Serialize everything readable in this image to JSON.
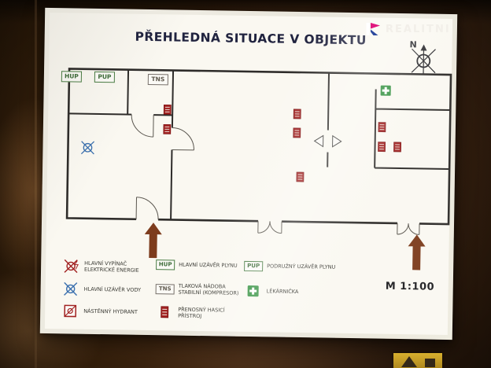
{
  "brand": {
    "name": "REALITNI",
    "logo_colors": {
      "magenta": "#e0187e",
      "blue": "#2c4a9e",
      "white": "#ffffff"
    }
  },
  "plan": {
    "title": "PŘEHLEDNÁ SITUACE V OBJEKTU",
    "compass_label": "N",
    "scale_label": "M 1:100",
    "boxes": {
      "hup": "HUP",
      "pup": "PUP",
      "tns": "TNS"
    },
    "symbols_on_plan": [
      {
        "icon": "fire-extinguisher-icon",
        "count": 8,
        "color": "#a12121"
      },
      {
        "icon": "first-aid-kit-icon",
        "count": 1,
        "color": "#2f8f3c"
      },
      {
        "icon": "water-main-valve-icon",
        "count": 1,
        "color": "#3a6fae"
      },
      {
        "icon": "entrance-arrow-icon",
        "count": 2,
        "color": "#7d3c1d"
      },
      {
        "icon": "compass-rose-icon",
        "count": 1
      }
    ],
    "legend": [
      {
        "icon": "main-power-switch-icon",
        "label": "HLAVNÍ VYPÍNAČ ELEKTRICKÉ ENERGIE"
      },
      {
        "icon": "water-main-valve-icon",
        "label": "HLAVNÍ UZÁVĚR VODY"
      },
      {
        "icon": "wall-hydrant-icon",
        "label": "NÁSTĚNNÝ HYDRANT"
      },
      {
        "icon": "gas-main-valve-box",
        "symbol_text": "HUP",
        "label": "HLAVNÍ UZÁVĚR PLYNU"
      },
      {
        "icon": "pressure-vessel-box",
        "symbol_text": "TNS",
        "label": "TLAKOVÁ NÁDOBA STABILNÍ (KOMPRESOR)"
      },
      {
        "icon": "fire-extinguisher-icon",
        "label": "PŘENOSNÝ HASICÍ PŘÍSTROJ"
      },
      {
        "icon": "gas-secondary-valve-box",
        "symbol_text": "PUP",
        "label": "PODRUŽNÝ UZÁVĚR PLYNU"
      },
      {
        "icon": "first-aid-kit-icon",
        "label": "LÉKÁRNIČKA"
      }
    ]
  }
}
